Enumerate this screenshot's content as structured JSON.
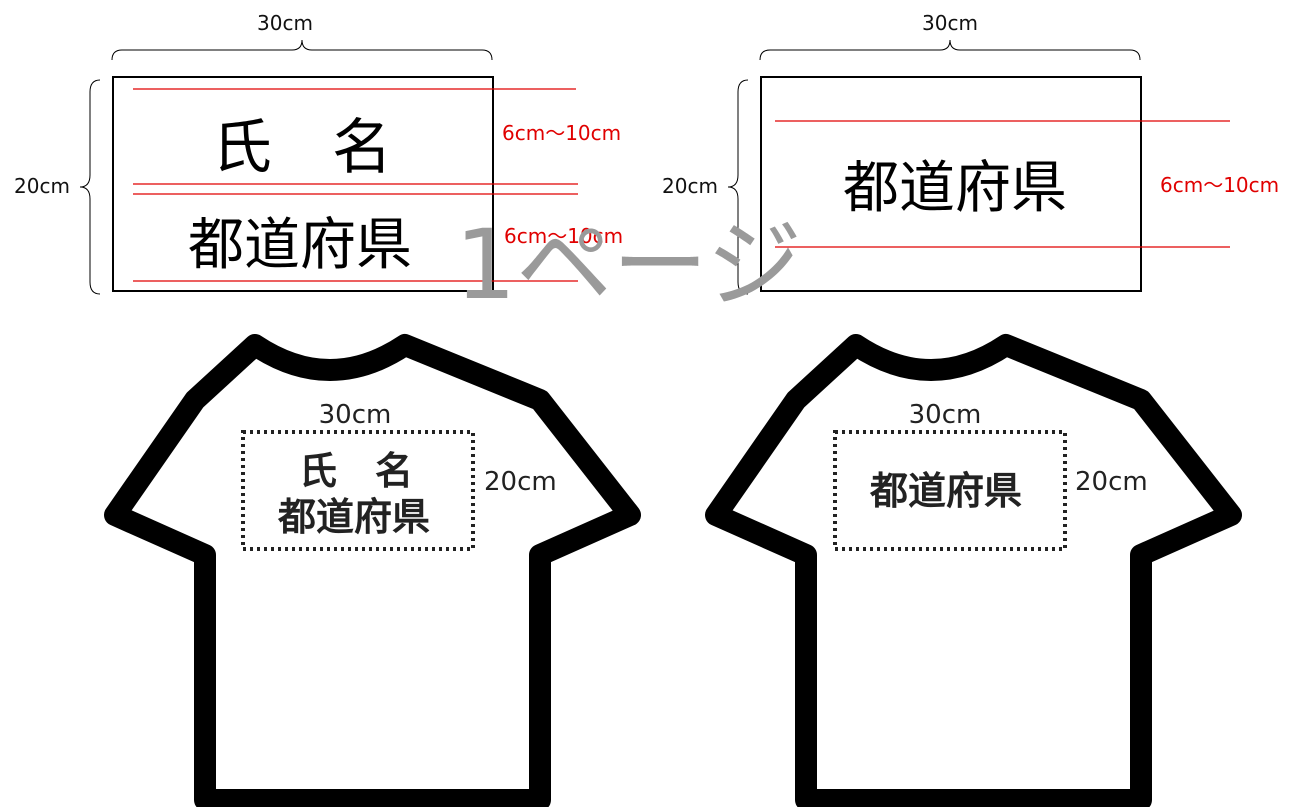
{
  "colors": {
    "guide_line": "#e00000",
    "ink": "#000000",
    "watermark": "#9a9a9a"
  },
  "left_panel": {
    "width_label": "30cm",
    "height_label": "20cm",
    "name_text": "氏　名",
    "pref_text": "都道府県",
    "range_label_1": "6cm～10cm",
    "range_label_2": "6cm～10cm"
  },
  "right_panel": {
    "width_label": "30cm",
    "height_label": "20cm",
    "pref_text": "都道府県",
    "range_label": "6cm～10cm"
  },
  "watermark": "1ページ",
  "shirt_left": {
    "width_label": "30cm",
    "height_label": "20cm",
    "line1": "氏　名",
    "line2": "都道府県"
  },
  "shirt_right": {
    "width_label": "30cm",
    "height_label": "20cm",
    "line1": "都道府県"
  }
}
